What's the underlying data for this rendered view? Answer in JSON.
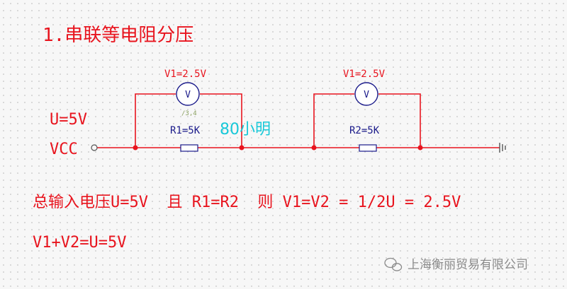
{
  "title": "1.串联等电阻分压",
  "supply": {
    "u_label": "U=5V",
    "vcc_label": "VCC"
  },
  "meter1": {
    "reading": "V1=2.5V",
    "symbol": "V",
    "tag": "/3,4"
  },
  "meter2": {
    "reading": "V1=2.5V",
    "symbol": "V"
  },
  "resistor1": {
    "label": "R1=5K"
  },
  "resistor2": {
    "label": "R2=5K"
  },
  "overlay_text": "80小明",
  "explanation": {
    "line1": "总输入电压U=5V  且 R1=R2  则 V1=V2 = 1/2U = 2.5V",
    "line2": "V1+V2=U=5V"
  },
  "watermark": {
    "text": "上海衡丽贸易有限公司",
    "icon": "wechat-icon"
  },
  "colors": {
    "wire": "#e8141e",
    "component": "#1a1a8a",
    "text_red": "#e8141e",
    "overlay": "#18c8d8",
    "grid_dot": "#b4b4b4"
  }
}
